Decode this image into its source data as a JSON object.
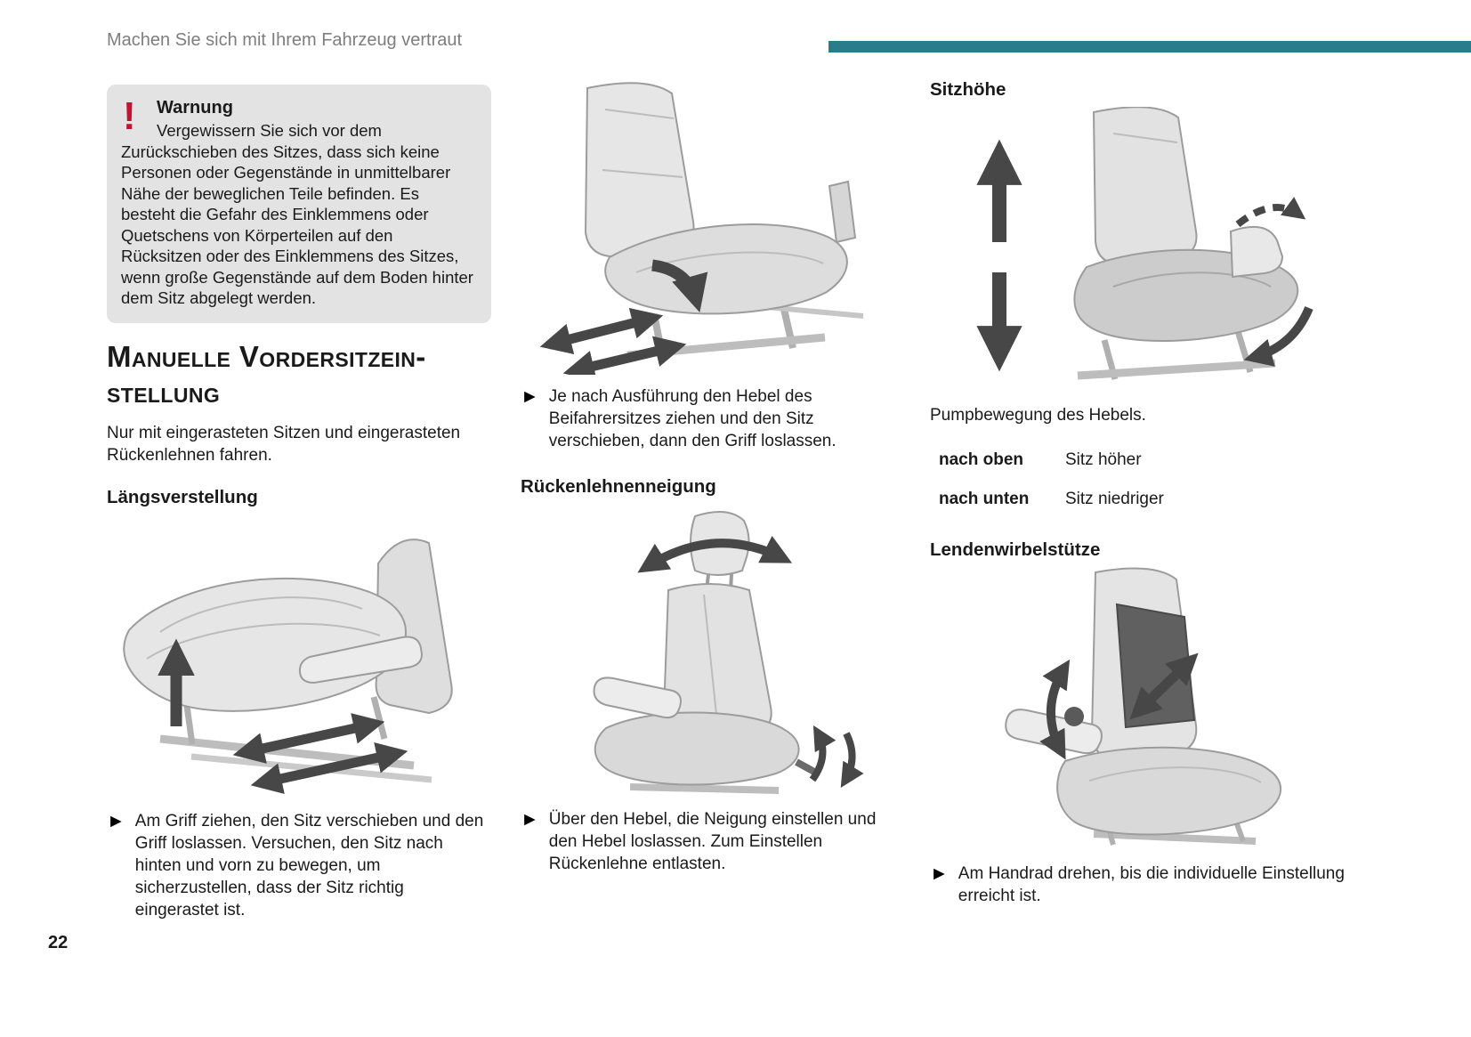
{
  "header": {
    "breadcrumb": "Machen Sie sich mit Ihrem Fahrzeug vertraut"
  },
  "page_number": "22",
  "glyphs": {
    "bullet_arrow_icon": "►",
    "warning_exclamation_icon": "!"
  },
  "colors": {
    "accent_teal": "#2a7b8c",
    "warning_red": "#c41230",
    "warning_box_bg": "#e3e3e3",
    "body_text": "#1a1a1a",
    "header_text": "#7e7e7e",
    "arrow_gray": "#474747"
  },
  "warning": {
    "title": "Warnung",
    "body": "Vergewissern Sie sich vor dem Zurückschieben des Sitzes, dass sich keine Personen oder Gegenstände in unmittelbarer Nähe der beweglichen Teile befinden. Es besteht die Gefahr des Einklemmens oder Quetschens von Körperteilen auf den Rücksitzen oder des Einklemmens des Sitzes, wenn große Gegenstände auf dem Boden hinter dem Sitz abgelegt werden."
  },
  "section": {
    "title_line1": "Manuelle Vordersitzein-",
    "title_line2": "stellung",
    "intro": "Nur mit eingerasteten Sitzen und eingerasteten Rückenlehnen fahren."
  },
  "laengsverstellung": {
    "heading": "Längsverstellung",
    "instruction": "Am Griff ziehen, den Sitz verschieben und den Griff loslassen. Versuchen, den Sitz nach hinten und vorn zu bewegen, um sicherzustellen, dass der Sitz richtig eingerastet ist."
  },
  "beifahrersitz": {
    "instruction": "Je nach Ausführung den Hebel des Beifahrersitzes ziehen und den Sitz verschieben, dann den Griff loslassen."
  },
  "rueckenlehnenneigung": {
    "heading": "Rückenlehnenneigung",
    "instruction": "Über den Hebel, die Neigung einstellen und den Hebel loslassen. Zum Einstellen Rückenlehne entlasten."
  },
  "sitzhoehe": {
    "heading": "Sitzhöhe",
    "caption": "Pumpbewegung des Hebels.",
    "table": {
      "rows": [
        {
          "action": "nach oben",
          "result": "Sitz höher"
        },
        {
          "action": "nach unten",
          "result": "Sitz niedriger"
        }
      ]
    }
  },
  "lendenwirbelstuetze": {
    "heading": "Lendenwirbelstütze",
    "instruction": "Am Handrad drehen, bis die individuelle Einstellung erreicht ist."
  }
}
